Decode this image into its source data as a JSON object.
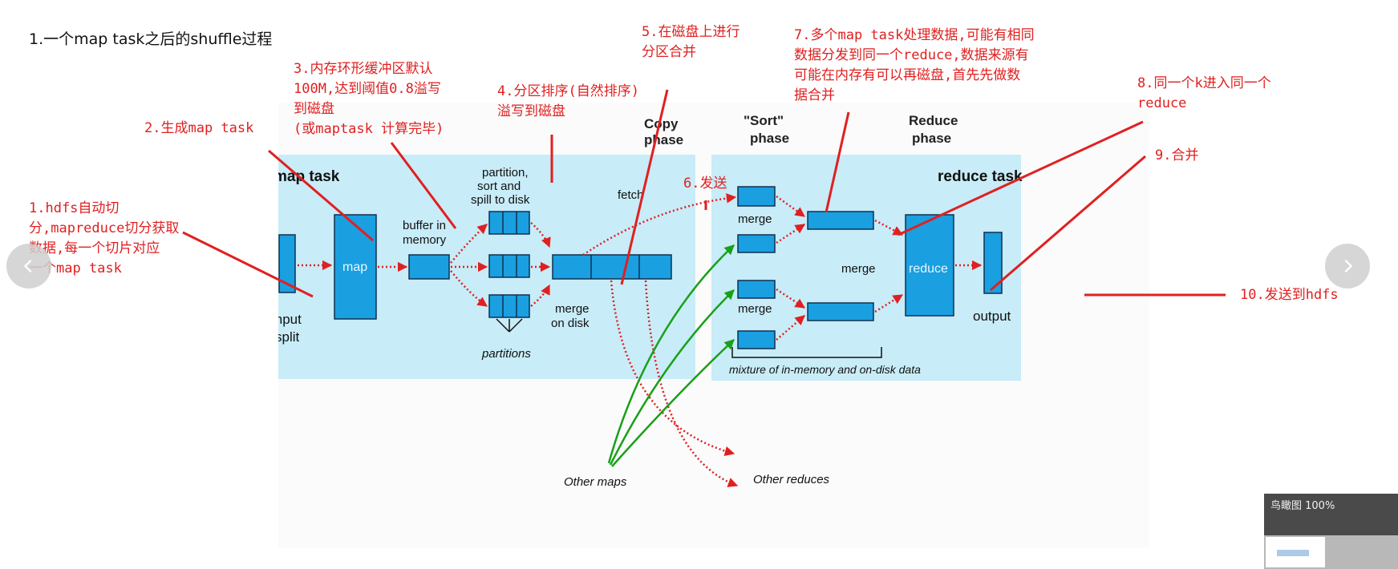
{
  "page": {
    "title": "1.一个map task之后的shuffle过程"
  },
  "annotations": [
    "1.hdfs自动切\n分,mapreduce切分获取\n数据,每一个切片对应\n一个map task",
    "2.生成map task",
    "3.内存环形缓冲区默认\n100M,达到阈值0.8溢写\n到磁盘\n(或maptask 计算完毕)",
    "4.分区排序(自然排序)\n溢写到磁盘",
    "5.在磁盘上进行\n分区合并",
    "6.发送",
    "7.多个map task处理数据,可能有相同\n数据分发到同一个reduce,数据来源有\n可能在内存有可以再磁盘,首先先做数\n据合并",
    "8.同一个k进入同一个\nreduce",
    "9.合并",
    "10.发送到hdfs"
  ],
  "diagram": {
    "map_task_label": "map task",
    "reduce_task_label": "reduce task",
    "copy_phase": [
      "Copy",
      "phase"
    ],
    "sort_phase": [
      "\"Sort\"",
      "phase"
    ],
    "reduce_phase": [
      "Reduce",
      "phase"
    ],
    "input_split": [
      "input",
      "split"
    ],
    "map": "map",
    "buffer": [
      "buffer in",
      "memory"
    ],
    "partition_sort": [
      "partition,",
      "sort and",
      "spill to disk"
    ],
    "partitions": "partitions",
    "merge_on_disk": [
      "merge",
      "on disk"
    ],
    "fetch": "fetch",
    "merge": "merge",
    "reduce": "reduce",
    "output": "output",
    "mixture": "mixture of in-memory and on-disk data",
    "other_maps": "Other maps",
    "other_reduces": "Other reduces"
  },
  "nav": {
    "prev_icon": "chevron-left-icon",
    "next_icon": "chevron-right-icon"
  },
  "overview": {
    "label": "鸟瞰图 100%"
  },
  "colors": {
    "annotation": "#e02020",
    "panel": "#c8ecf8",
    "box": "#1a9fe0",
    "green": "#19a019"
  }
}
